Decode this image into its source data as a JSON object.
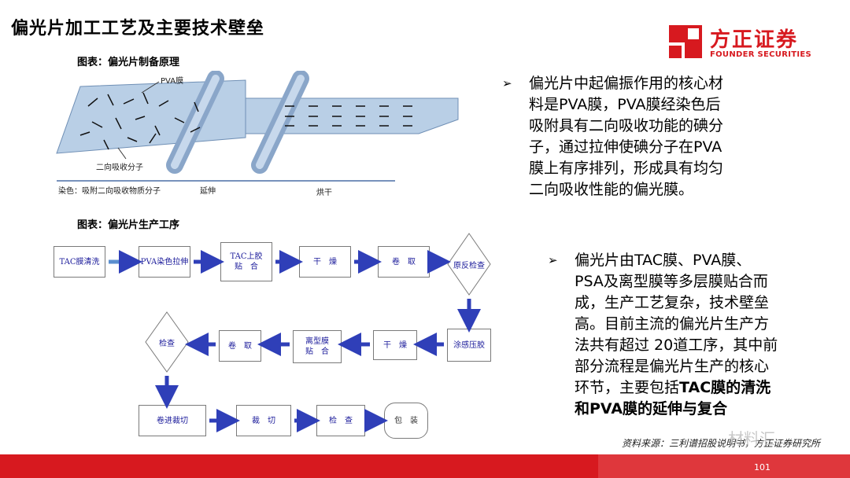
{
  "slide": {
    "title": "偏光片加工工艺及主要技术壁垒",
    "page_number": "101",
    "source": "资料来源：三利谱招股说明书，方正证券研究所",
    "watermark": "材料汇"
  },
  "logo": {
    "name_cn": "方正证券",
    "name_en": "FOUNDER SECURITIES",
    "color": "#d7191f"
  },
  "figure1": {
    "caption": "图表：偏光片制备原理",
    "label_pva": "PVA膜",
    "label_iodine": "二向吸收分子",
    "stage_dye": "染色：吸附二向吸收物质分子",
    "stage_stretch": "延伸",
    "stage_dry": "烘干"
  },
  "figure2": {
    "caption": "图表：偏光片生产工序",
    "row1": [
      "TAC膜清洗",
      "PVA染色拉伸",
      "TAC上胶\n贴　合",
      "干　燥",
      "卷　取"
    ],
    "decision1": "原反检查",
    "row2": [
      "涂感压胶",
      "干　燥",
      "离型膜\n贴　合",
      "卷　取"
    ],
    "decision2": "检查",
    "row3": [
      "卷进裁切",
      "裁　切",
      "检　查",
      "包　装"
    ],
    "arrow_color": "#2f3fb8"
  },
  "bullets": [
    {
      "lines": [
        "偏光片中起偏振作用的核心材",
        "料是PVA膜，PVA膜经染色后",
        "吸附具有二向吸收功能的碘分",
        "子，通过拉伸使碘分子在PVA",
        "膜上有序排列，形成具有均匀",
        "二向吸收性能的偏光膜。"
      ]
    },
    {
      "lines": [
        "偏光片由TAC膜、PVA膜、",
        "PSA及离型膜等多层膜贴合而",
        "成，生产工艺复杂，技术壁垒",
        "高。目前主流的偏光片生产方",
        "法共有超过 20道工序，其中前",
        "部分流程是偏光片生产的核心",
        "环节，主要包括"
      ],
      "bold_tail": [
        "TAC膜的清洗",
        "和PVA膜的延伸与复合"
      ]
    }
  ],
  "colors": {
    "footer_red": "#d7191f",
    "film_blue": "#b9cfe6",
    "roller_blue": "#9fb9d9"
  }
}
